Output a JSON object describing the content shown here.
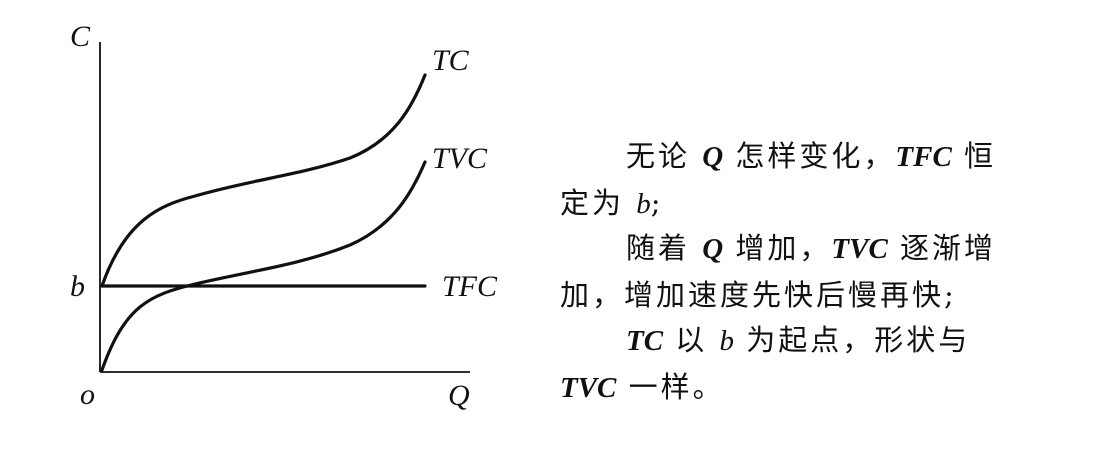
{
  "diagram": {
    "y_axis_label": "C",
    "x_axis_label": "Q",
    "origin_label": "o",
    "intercept_label": "b",
    "curves": [
      {
        "name": "TC"
      },
      {
        "name": "TVC"
      },
      {
        "name": "TFC"
      }
    ]
  },
  "text": {
    "p1": {
      "a": "无论 ",
      "q": "Q",
      "b": " 怎样变化，",
      "v": "TFC",
      "c": " 恒定为 ",
      "bb": "b",
      "d": ";"
    },
    "p2": {
      "a": "随着 ",
      "q": "Q",
      "b": " 增加，",
      "v": "TVC",
      "c": " 逐渐增加，增加速度先快后慢再快;"
    },
    "p3": {
      "v": "TC",
      "a": " 以 ",
      "bb": "b",
      "b": " 为起点，形状与 ",
      "v2": "TVC",
      "c": " 一样。"
    }
  }
}
